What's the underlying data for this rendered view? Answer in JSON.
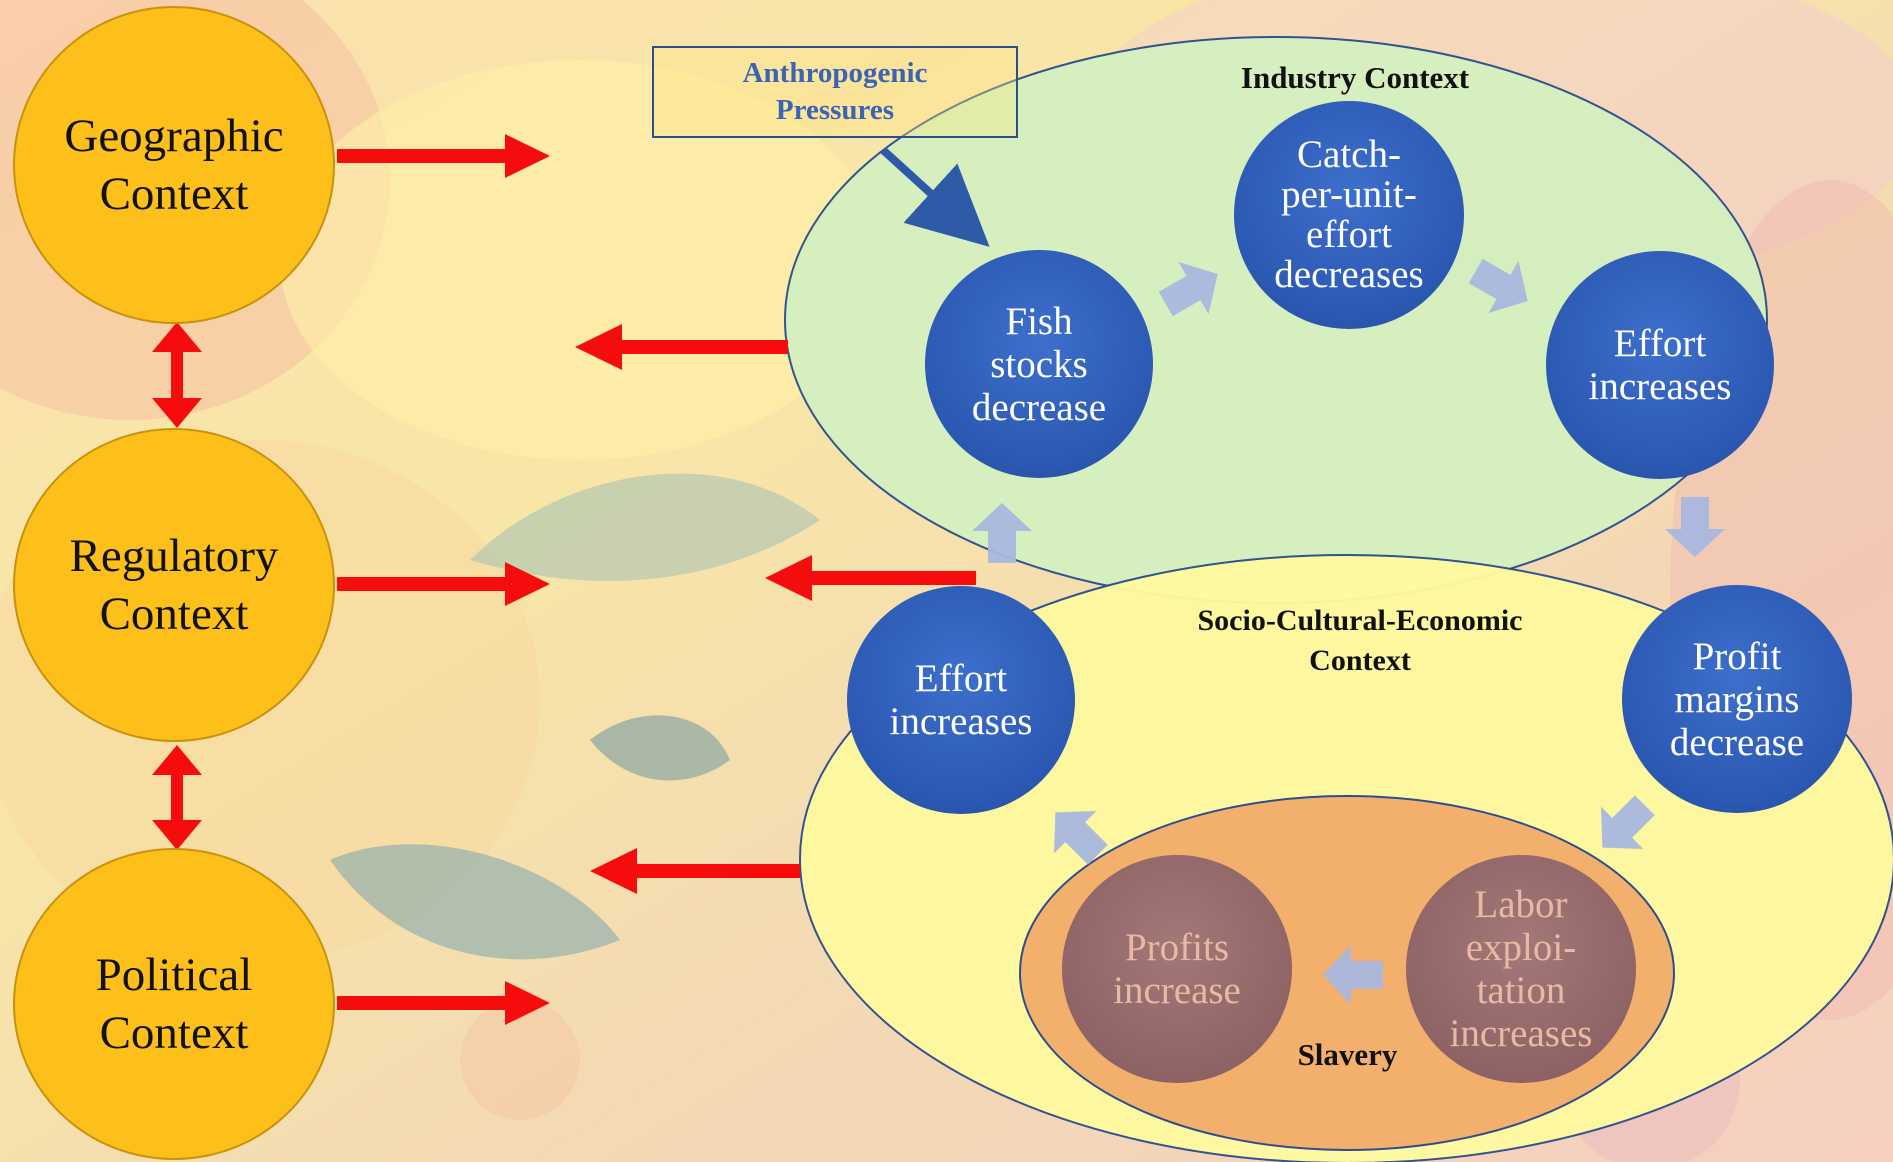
{
  "contexts": {
    "geographic": "Geographic\nContext",
    "regulatory": "Regulatory\nContext",
    "political": "Political\nContext"
  },
  "pressure": "Anthropogenic\nPressures",
  "industry": {
    "title": "Industry Context",
    "nodes": {
      "fish_stocks": "Fish\nstocks\ndecrease",
      "cpue": "Catch-\nper-unit-\neffort\ndecreases",
      "effort_right": "Effort\nincreases"
    }
  },
  "socio": {
    "title": "Socio-Cultural-Economic\nContext",
    "nodes": {
      "profit_margins": "Profit\nmargins\ndecrease",
      "effort_left": "Effort\nincreases"
    }
  },
  "slavery": {
    "title": "Slavery",
    "nodes": {
      "labor": "Labor\nexploi-\ntation\nincreases",
      "profits": "Profits\nincrease"
    }
  },
  "colors": {
    "context_fill": "#fdbf1a",
    "node_fill": "#2b58b2",
    "node_dim_fill": "#8f6466",
    "industry_fill": "#d4f0c0",
    "socio_fill": "#fefaa0",
    "slavery_fill": "#f2b06c",
    "red_arrow": "#f50d0d",
    "cycle_arrow": "#a8b8e0"
  }
}
